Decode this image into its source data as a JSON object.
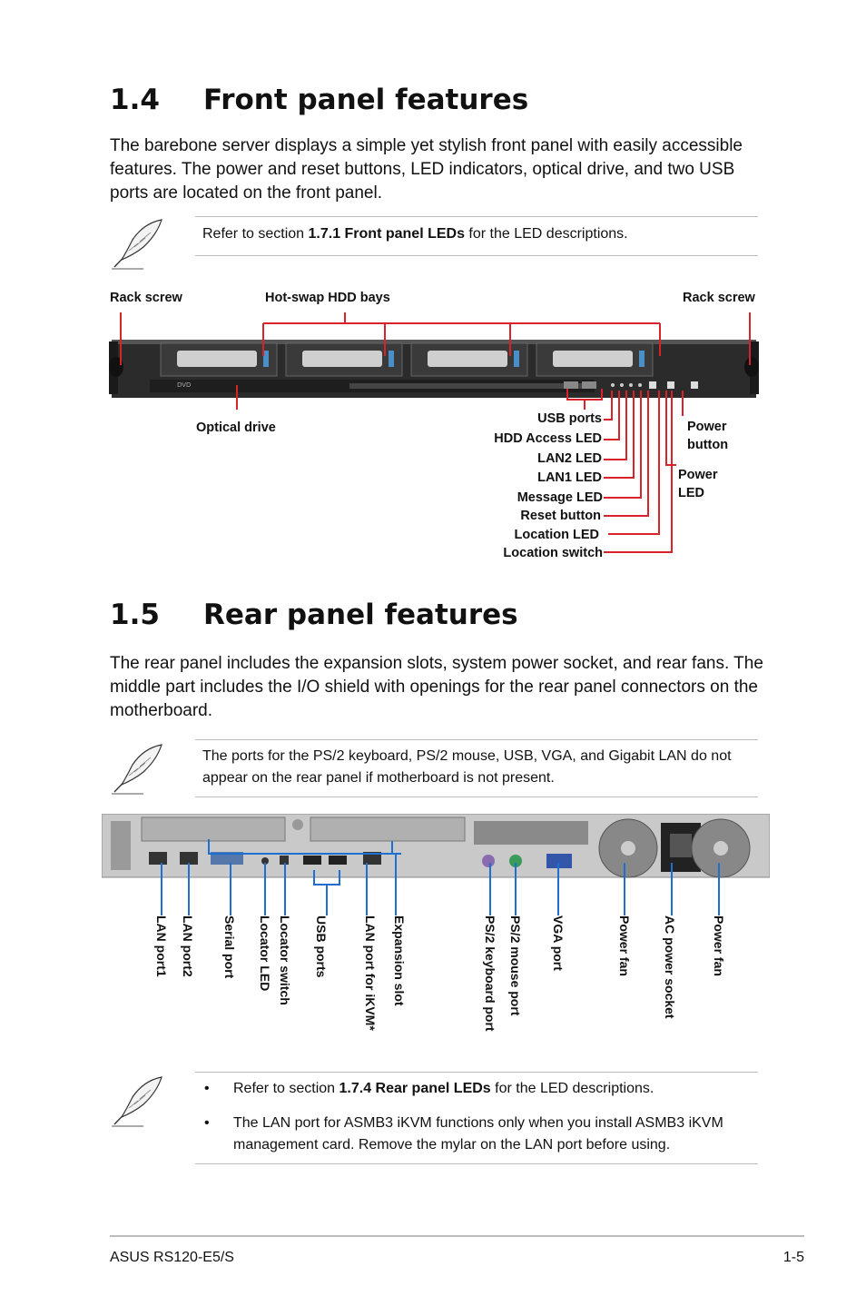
{
  "section_front": {
    "number": "1.4",
    "title": "Front panel features",
    "body": "The barebone server displays a simple yet stylish front panel with easily accessible features. The power and reset buttons, LED indicators, optical drive, and two USB ports are located on the front panel.",
    "note": {
      "pre": "Refer to section ",
      "bold": "1.7.1 Front panel LEDs",
      "post": " for the LED descriptions."
    },
    "labels": {
      "rack_screw_left": "Rack screw",
      "hdd_bays": "Hot-swap HDD bays",
      "rack_screw_right": "Rack screw",
      "optical_drive": "Optical drive",
      "usb_ports": "USB ports",
      "hdd_access_led": "HDD Access LED",
      "lan2_led": "LAN2 LED",
      "lan1_led": "LAN1 LED",
      "message_led": "Message LED",
      "reset_button": "Reset button",
      "location_led": "Location LED",
      "location_switch": "Location switch",
      "power_button": "Power\nbutton",
      "power_led": "Power\nLED"
    }
  },
  "section_rear": {
    "number": "1.5",
    "title": "Rear panel features",
    "body": "The rear panel includes the expansion slots, system power socket, and rear fans. The middle part includes the I/O shield with openings for the rear panel connectors on the motherboard.",
    "note": "The ports for the PS/2 keyboard, PS/2 mouse, USB, VGA, and Gigabit LAN do not appear on the rear panel if motherboard is not present.",
    "labels": {
      "lan_port1": "LAN port1",
      "lan_port2": "LAN port2",
      "serial_port": "Serial port",
      "locator_led": "Locator LED",
      "locator_switch": "Locator switch",
      "usb_ports": "USB ports",
      "lan_ikvm": "LAN port for iKVM*",
      "expansion_slot": "Expansion slot",
      "ps2_keyboard": "PS/2 keyboard port",
      "ps2_mouse": "PS/2 mouse port",
      "vga_port": "VGA port",
      "power_fan_1": "Power fan",
      "ac_power": "AC power socket",
      "power_fan_2": "Power fan"
    },
    "notes": [
      {
        "bullet": "•",
        "pre": "Refer to section ",
        "bold": "1.7.4 Rear panel LEDs",
        "post": " for the LED descriptions."
      },
      {
        "bullet": "•",
        "pre": "The LAN port for ASMB3 iKVM functions only when you install ASMB3 iKVM management card. Remove the mylar on the LAN port before using.",
        "bold": "",
        "post": ""
      }
    ]
  },
  "footer": {
    "left": "ASUS RS120-E5/S",
    "right": "1-5"
  },
  "colors": {
    "callout": "#d8232a",
    "callout_rear": "#1f6fd0"
  }
}
